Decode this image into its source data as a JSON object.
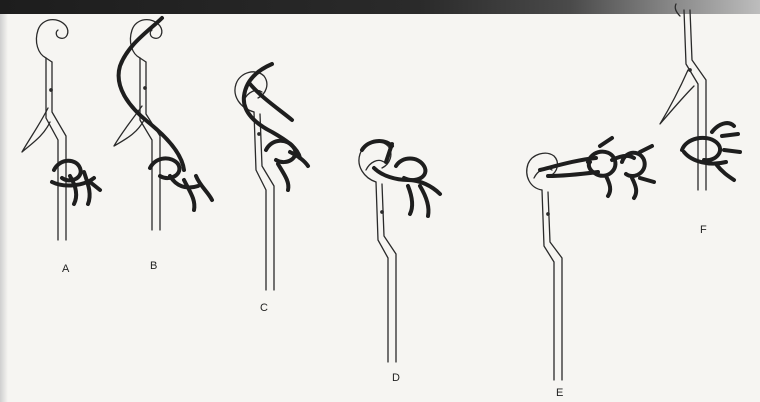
{
  "panels": [
    {
      "label": "A"
    },
    {
      "label": "B"
    },
    {
      "label": "C"
    },
    {
      "label": "D"
    },
    {
      "label": "E"
    },
    {
      "label": "F"
    }
  ],
  "colors": {
    "line": "#2a2a2a",
    "cord": "#1e1e1e",
    "background": "#f6f5f2",
    "top_band": "#1d1d1d"
  },
  "icons": [
    "latch-hook-icon",
    "yarn-knot-icon"
  ]
}
